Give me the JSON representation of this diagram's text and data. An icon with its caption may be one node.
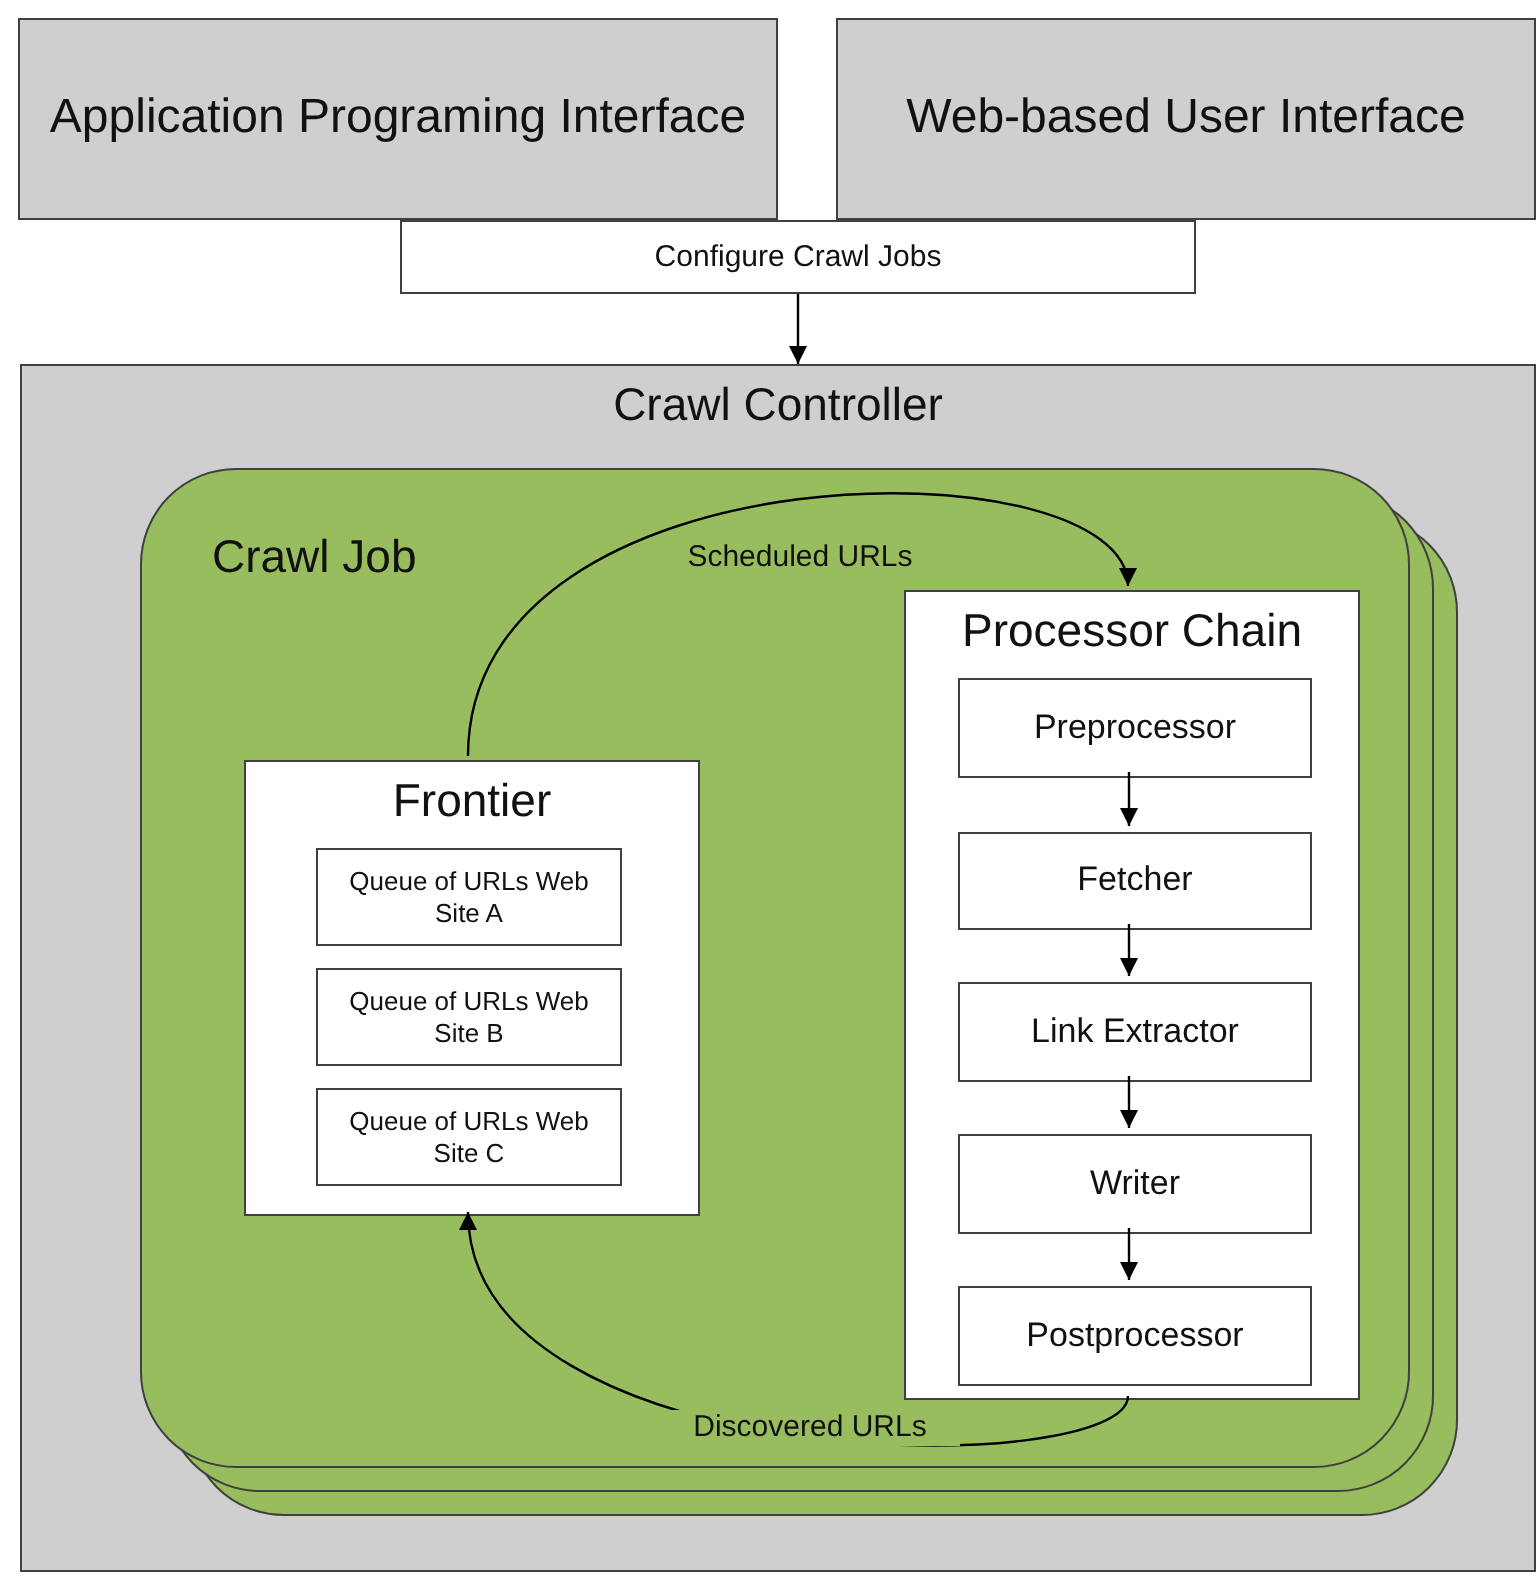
{
  "diagram": {
    "nodes": [
      {
        "text": [
          "Application Programing Interface"
        ]
      },
      {
        "text": [
          "Web-based User Interface"
        ]
      },
      {
        "text": [
          "Configure Crawl Jobs"
        ]
      },
      {
        "text": [
          "Crawl Controller"
        ]
      },
      {
        "text": [
          "Crawl Job"
        ],
        "in": 3
      },
      {
        "text": [
          "Frontier"
        ],
        "in": 4
      },
      {
        "text": [
          "Queue of URLs Web Site A"
        ],
        "in": 5
      },
      {
        "text": [
          "Queue of URLs Web Site B"
        ],
        "in": 5
      },
      {
        "text": [
          "Queue of URLs Web Site C"
        ],
        "in": 5
      },
      {
        "text": [
          "Processor Chain"
        ],
        "in": 4
      },
      {
        "text": [
          "Preprocessor"
        ],
        "in": 9
      },
      {
        "text": [
          "Fetcher"
        ],
        "in": 9
      },
      {
        "text": [
          "Link Extractor"
        ],
        "in": 9
      },
      {
        "text": [
          "Writer"
        ],
        "in": 9
      },
      {
        "text": [
          "Postprocessor"
        ],
        "in": 9
      }
    ],
    "edges": [
      {
        "from": 2,
        "to": 3,
        "arrow": "to"
      },
      {
        "from": 5,
        "to": 9,
        "arrow": "to",
        "label": "Scheduled URLs"
      },
      {
        "from": 9,
        "to": 5,
        "arrow": "to",
        "label": "Discovered URLs"
      },
      {
        "from": 10,
        "to": 11,
        "arrow": "to"
      },
      {
        "from": 11,
        "to": 12,
        "arrow": "to"
      },
      {
        "from": 12,
        "to": 13,
        "arrow": "to"
      },
      {
        "from": 13,
        "to": 14,
        "arrow": "to"
      }
    ]
  }
}
